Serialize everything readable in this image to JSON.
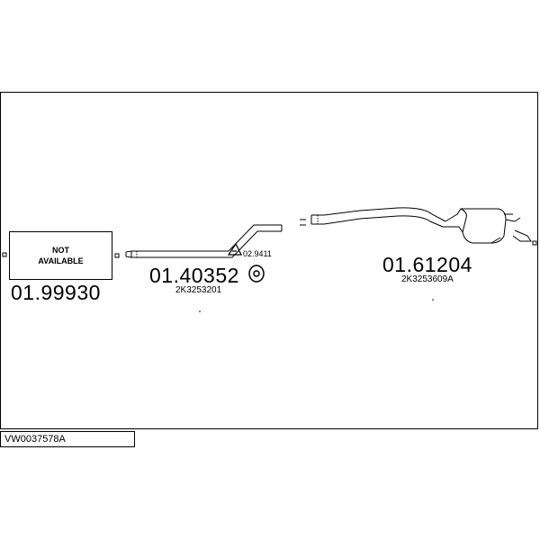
{
  "reference": {
    "code": "VW0037578A"
  },
  "parts": [
    {
      "part_number": "01.99930",
      "note": "NOT AVAILABLE"
    },
    {
      "part_number": "01.40352",
      "oem": "2K3253201"
    },
    {
      "part_number": "02.9411"
    },
    {
      "part_number": "01.61204",
      "oem": "2K3253609A"
    }
  ]
}
